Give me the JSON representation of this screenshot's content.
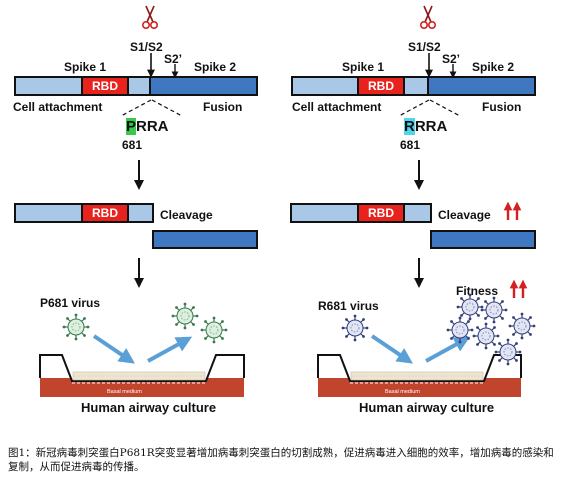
{
  "colors": {
    "spike_light": "#a9c7e6",
    "spike_dark": "#3f78c1",
    "rbd": "#e8231e",
    "p_highlight": "#38c84a",
    "r_highlight": "#4fd6ea",
    "arrow_red": "#d42020",
    "flow_arrow": "#5aa0d6",
    "medium": "#c0452c"
  },
  "left": {
    "site_s1s2": "S1/S2",
    "site_s2p": "S2’",
    "spike1": "Spike 1",
    "spike2": "Spike 2",
    "rbd": "RBD",
    "cell_attachment": "Cell attachment",
    "fusion": "Fusion",
    "motif_first": "P",
    "motif_rest": "RRA",
    "position": "681",
    "cleavage": "Cleavage",
    "virus_label": "P681 virus",
    "culture_label": "Human airway culture",
    "basal_medium": "Basal medium"
  },
  "right": {
    "site_s1s2": "S1/S2",
    "site_s2p": "S2’",
    "spike1": "Spike 1",
    "spike2": "Spike 2",
    "rbd": "RBD",
    "cell_attachment": "Cell attachment",
    "fusion": "Fusion",
    "motif_first": "R",
    "motif_rest": "RRA",
    "position": "681",
    "cleavage": "Cleavage",
    "fitness": "Fitness",
    "virus_label": "R681 virus",
    "culture_label": "Human airway culture",
    "basal_medium": "Basal medium"
  },
  "caption": "图1：新冠病毒刺突蛋白P681R突变显著增加病毒刺突蛋白的切割成熟，促进病毒进入细胞的效率，增加病毒的感染和复制，从而促进病毒的传播。"
}
